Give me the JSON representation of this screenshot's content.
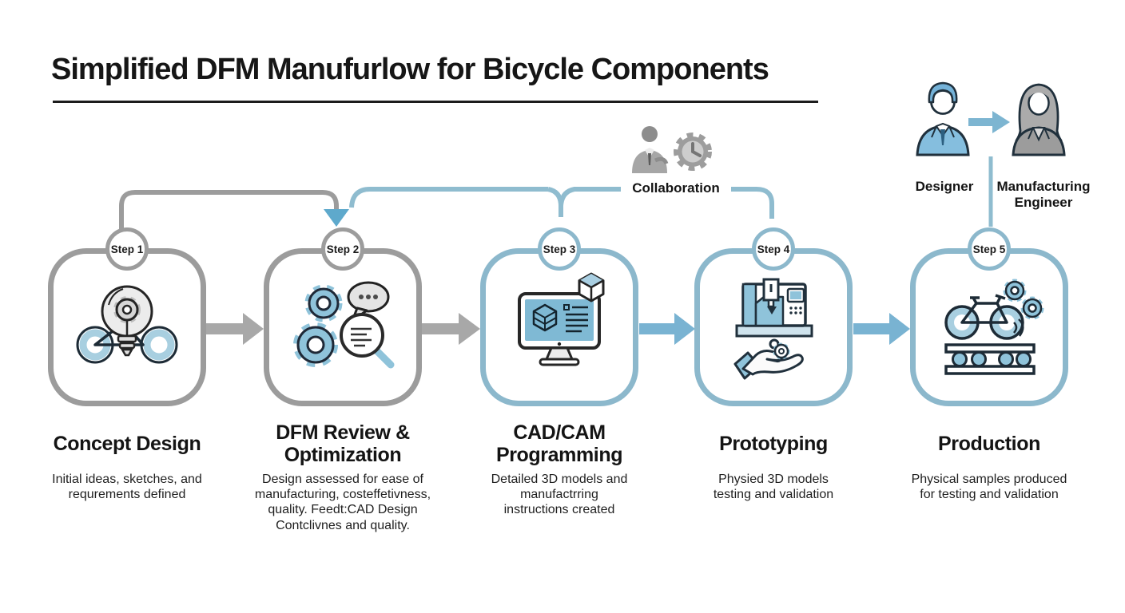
{
  "title": "Simplified DFM Manufurlow for Bicycle Components",
  "collaboration": {
    "label": "Collaboration"
  },
  "people": {
    "designer_label": "Designer",
    "engineer_label": "Manufacturing\nEngineer"
  },
  "steps": [
    {
      "badge": "Step 1",
      "title": "Concept Design",
      "desc": "Initial ideas, sketches, and\nrequrements defined",
      "accent": "gray"
    },
    {
      "badge": "Step 2",
      "title": "DFM Review &\nOptimization",
      "desc": "Design assessed for ease of\nmanufacturing, costeffetivness,\nquality. Feedt:CAD Design\nContclivnes and quality.",
      "accent": "gray"
    },
    {
      "badge": "Step 3",
      "title": "CAD/CAM\nProgramming",
      "desc": "Detailed 3D models and\nmanufactrring\ninstructions created",
      "accent": "blue"
    },
    {
      "badge": "Step 4",
      "title": "Prototyping",
      "desc": "Physied 3D models\ntesting and validation",
      "accent": "blue"
    },
    {
      "badge": "Step 5",
      "title": "Production",
      "desc": "Physical samples produced\nfor testing and validation",
      "accent": "blue"
    }
  ],
  "icons": {
    "step1": "bicycle-lightbulb-gear",
    "step2": "gears-speech-magnifier",
    "step3": "cad-monitor-3d-cube",
    "step4": "cnc-machine-hand-gear",
    "step5": "bicycle-conveyor-gears",
    "collaboration": "person-and-gear-clock",
    "designer": "male-bust-blue",
    "engineer": "female-bust-gray"
  },
  "colors": {
    "accent_blue": "#8cb8cc",
    "accent_gray": "#9c9c9c",
    "arrow_blue": "#79b3d2",
    "arrow_gray": "#a8a8a8",
    "arrowhead_blue": "#5ea9cc",
    "icon_blue": "#8fc3da",
    "text": "#1b1b1b"
  }
}
